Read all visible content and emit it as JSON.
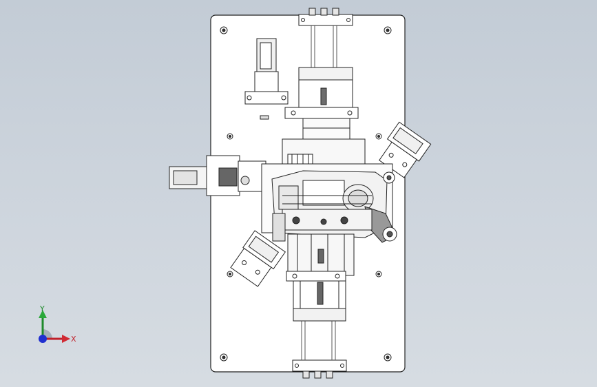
{
  "viewport": {
    "background_top": "#c3ccd6",
    "background_bottom": "#d6dce2",
    "model": "fixture-assembly-top-view"
  },
  "triad": {
    "x_label": "X",
    "y_label": "Y",
    "x_color": "#c0202a",
    "y_color": "#1f8a2c",
    "z_color": "#1f2fd0"
  }
}
